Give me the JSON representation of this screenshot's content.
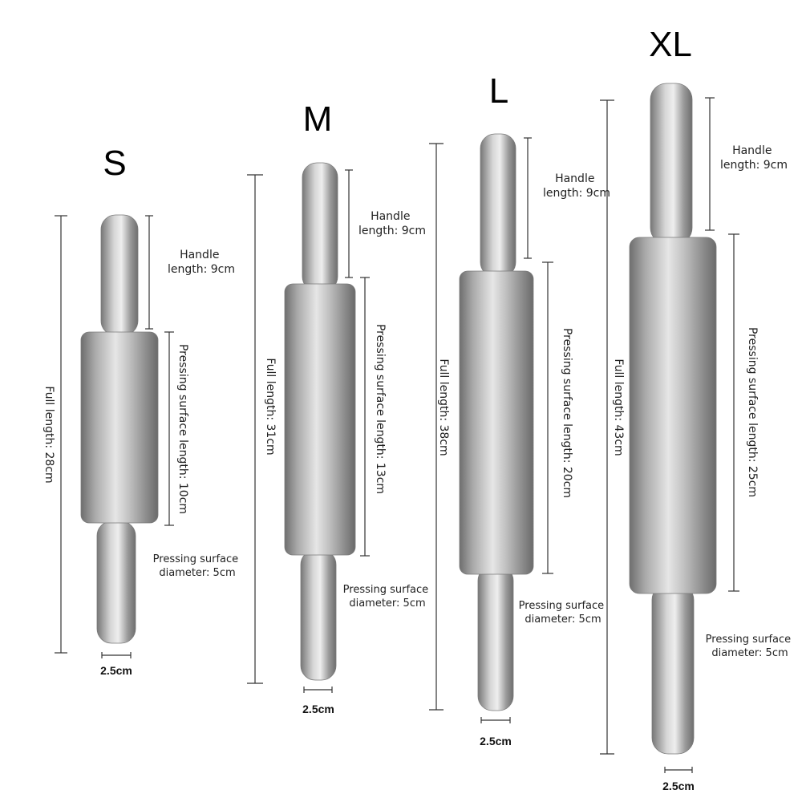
{
  "colors": {
    "background": "#ffffff",
    "steel_dark": "#6e6e6e",
    "steel_mid": "#b4b4b4",
    "steel_light": "#e6e6e6",
    "dimension_line": "#333333",
    "text": "#222222"
  },
  "rollers": [
    {
      "size": "S",
      "full_length": "Full length: 28cm",
      "handle_line1": "Handle",
      "handle_line2": "length: 9cm",
      "pressing_length": "Pressing surface length: 10cm",
      "diameter_line1": "Pressing surface",
      "diameter_line2": "diameter: 5cm",
      "handle_diameter": "2.5cm"
    },
    {
      "size": "M",
      "full_length": "Full length: 31cm",
      "handle_line1": "Handle",
      "handle_line2": "length: 9cm",
      "pressing_length": "Pressing surface length: 13cm",
      "diameter_line1": "Pressing surface",
      "diameter_line2": "diameter: 5cm",
      "handle_diameter": "2.5cm"
    },
    {
      "size": "L",
      "full_length": "Full length: 38cm",
      "handle_line1": "Handle",
      "handle_line2": "length: 9cm",
      "pressing_length": "Pressing surface length: 20cm",
      "diameter_line1": "Pressing surface",
      "diameter_line2": "diameter: 5cm",
      "handle_diameter": "2.5cm"
    },
    {
      "size": "XL",
      "full_length": "Full length: 43cm",
      "handle_line1": "Handle",
      "handle_line2": "length: 9cm",
      "pressing_length": "Pressing surface length: 25cm",
      "diameter_line1": "Pressing surface",
      "diameter_line2": "diameter: 5cm",
      "handle_diameter": "2.5cm"
    }
  ]
}
